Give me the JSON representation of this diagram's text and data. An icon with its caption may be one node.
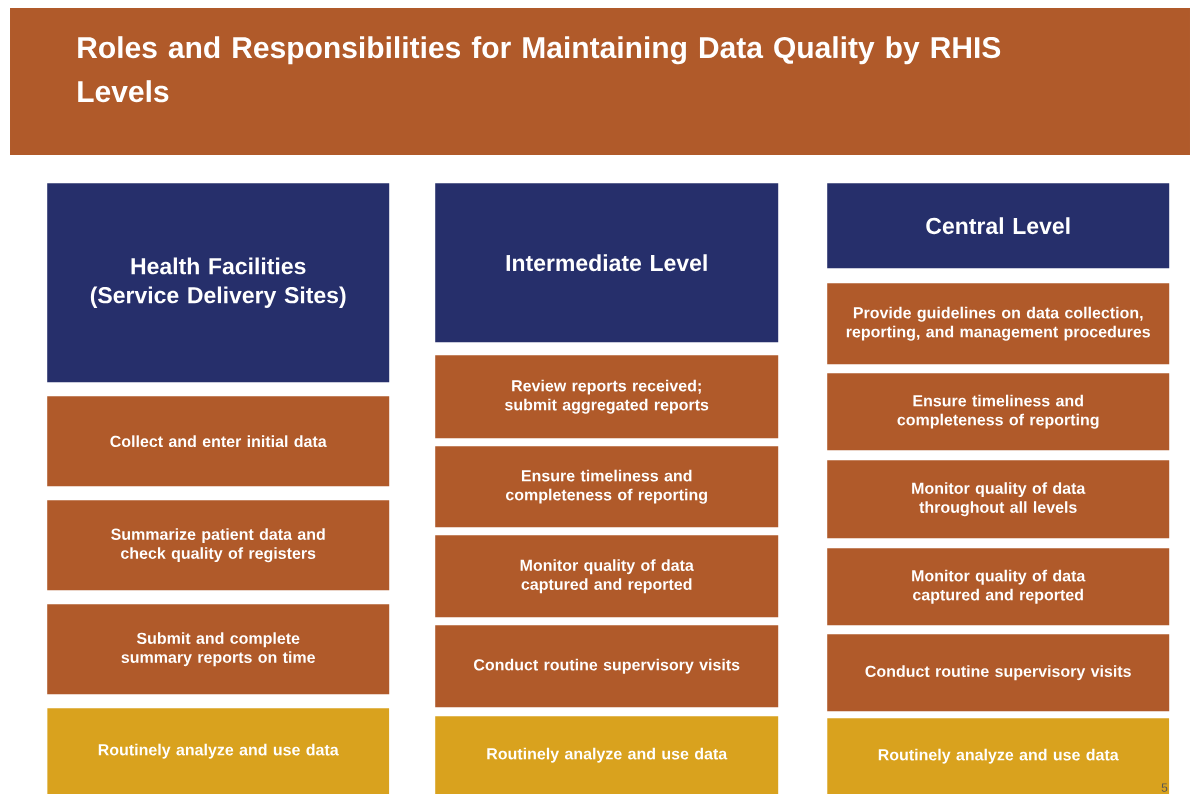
{
  "diagram": {
    "title": "Roles and Responsibilities for Maintaining Data Quality by RHIS Levels",
    "nodes": [
      {
        "text": [
          "Health Facilities (Service Delivery Sites)"
        ]
      },
      {
        "text": [
          "Collect and enter initial data"
        ]
      },
      {
        "text": [
          "Summarize patient data and check quality of registers"
        ]
      },
      {
        "text": [
          "Submit and complete summary reports on time"
        ]
      },
      {
        "text": [
          "Routinely analyze and use data"
        ]
      },
      {
        "text": [
          "Intermediate Level"
        ]
      },
      {
        "text": [
          "Review reports received; submit aggregated reports"
        ]
      },
      {
        "text": [
          "Ensure timeliness and completeness of reporting"
        ]
      },
      {
        "text": [
          "Monitor quality of data captured and reported"
        ]
      },
      {
        "text": [
          "Conduct routine supervisory visits"
        ]
      },
      {
        "text": [
          "Routinely analyze and use data"
        ]
      },
      {
        "text": [
          "Central Level"
        ]
      },
      {
        "text": [
          "Provide guidelines on data collection, reporting, and management procedures"
        ]
      },
      {
        "text": [
          "Ensure timeliness and completeness of reporting"
        ]
      },
      {
        "text": [
          "Monitor quality of data throughout all levels"
        ]
      },
      {
        "text": [
          "Monitor quality of data captured and reported"
        ]
      },
      {
        "text": [
          "Conduct routine supervisory visits"
        ]
      },
      {
        "text": [
          "Routinely analyze and use data"
        ]
      }
    ],
    "labels": [
      "5"
    ]
  }
}
